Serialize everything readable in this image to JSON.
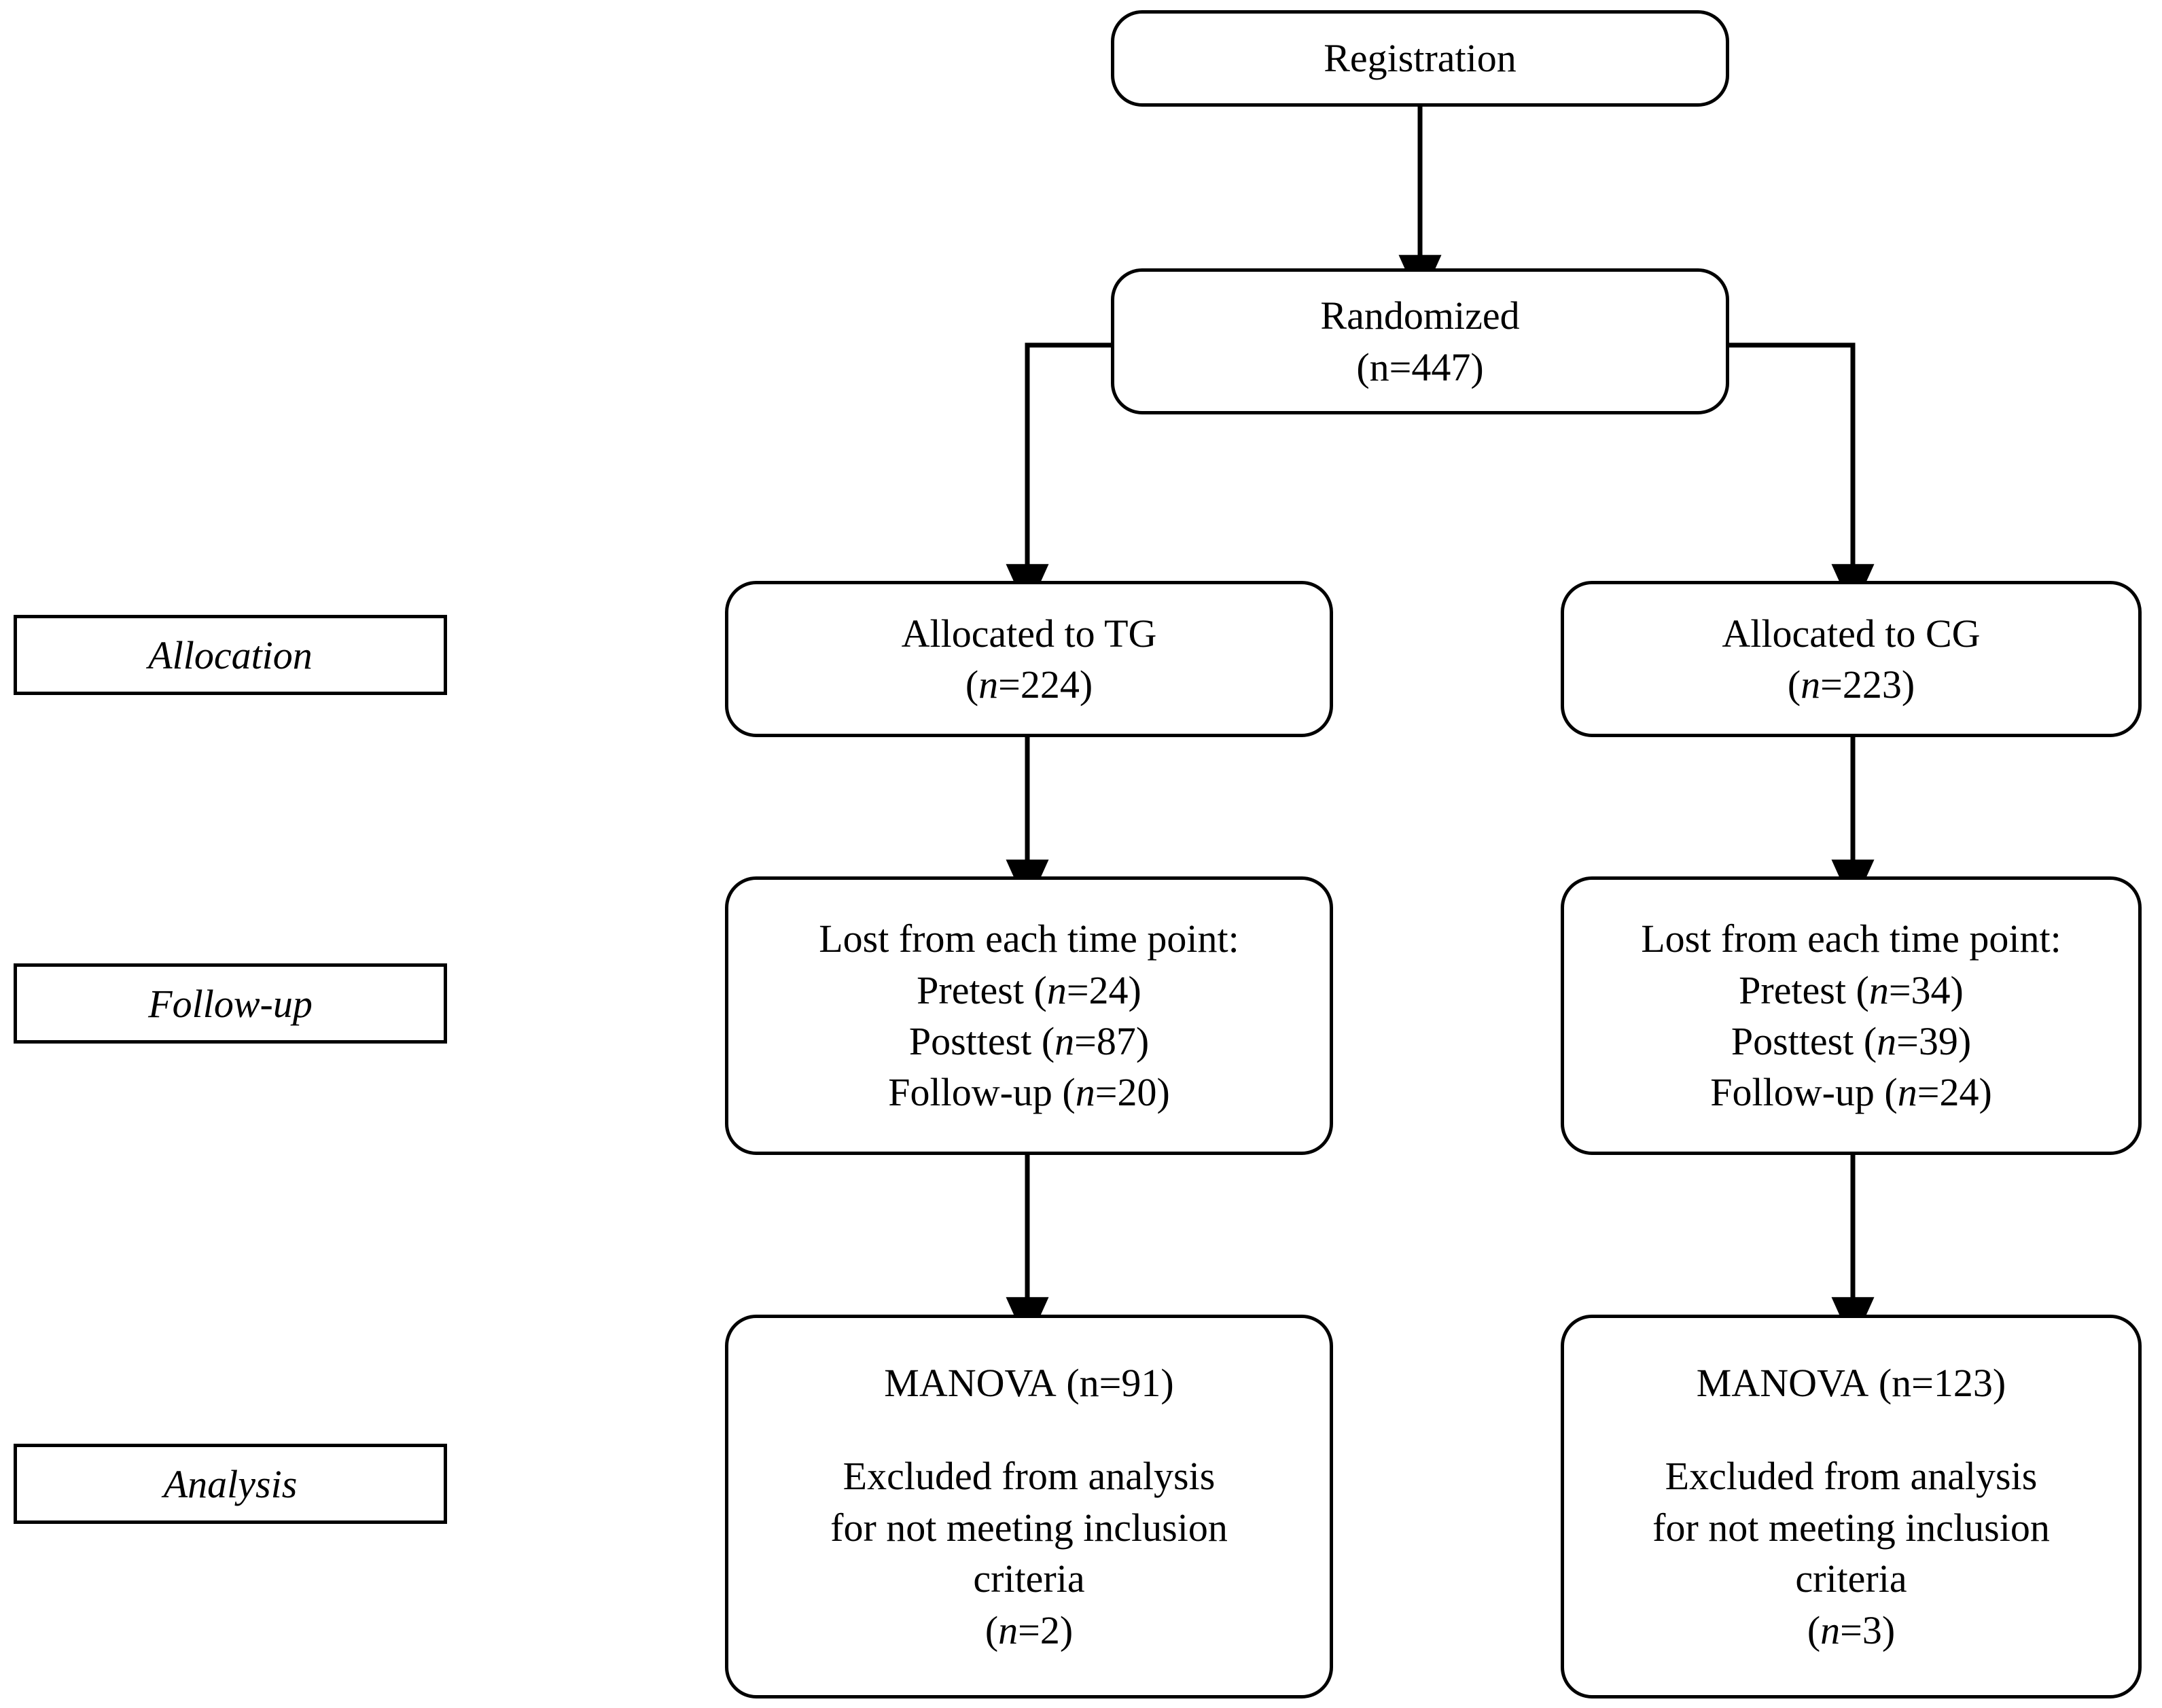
{
  "diagram": {
    "title": "CONSORT participant flow diagram",
    "line_color": "#000000",
    "box_fill": "#ffffff"
  },
  "stage_labels": [
    {
      "id": "allocation",
      "text": "Allocation"
    },
    {
      "id": "follow_up",
      "text": "Follow-up"
    },
    {
      "id": "analysis",
      "text": "Analysis"
    }
  ],
  "nodes": {
    "registration": {
      "line1": "Registration"
    },
    "randomized": {
      "line1": "Randomized",
      "line2_prefix": "(n=",
      "line2_value": "447",
      "line2_suffix": ")",
      "n_italic": false
    },
    "alloc_tg": {
      "line1": "Allocated to TG",
      "line2_prefix": "(",
      "line2_n": "n",
      "line2_mid": "=",
      "line2_value": "224",
      "line2_suffix": ")",
      "n_italic": true
    },
    "alloc_cg": {
      "line1": "Allocated to CG",
      "line2_prefix": "(",
      "line2_n": "n",
      "line2_mid": "=",
      "line2_value": "223",
      "line2_suffix": ")",
      "n_italic": true
    },
    "lost_tg": {
      "heading": "Lost from each time point:",
      "rows": [
        {
          "label": "Pretest",
          "n": "n",
          "value": "24"
        },
        {
          "label": "Posttest",
          "n": "n",
          "value": "87"
        },
        {
          "label": "Follow-up",
          "n": "n",
          "value": "20"
        }
      ],
      "n_italic": true
    },
    "lost_cg": {
      "heading": "Lost from each time point:",
      "rows": [
        {
          "label": "Pretest",
          "n": "n",
          "value": "34"
        },
        {
          "label": "Posttest",
          "n": "n",
          "value": "39"
        },
        {
          "label": "Follow-up",
          "n": "n",
          "value": "24"
        }
      ],
      "n_italic": true
    },
    "analysis_tg": {
      "manova_label": "MANOVA",
      "manova_open": "(n=",
      "manova_value": "91",
      "manova_close": ")",
      "manova_n_italic": false,
      "excluded_line1": "Excluded from analysis",
      "excluded_line2": "for not meeting inclusion",
      "excluded_line3": "criteria",
      "excluded_open": "(",
      "excluded_n": "n",
      "excluded_eq": "=",
      "excluded_value": "2",
      "excluded_close": ")"
    },
    "analysis_cg": {
      "manova_label": "MANOVA",
      "manova_open": "(n=",
      "manova_value": "123",
      "manova_close": ")",
      "manova_n_italic": false,
      "excluded_line1": "Excluded from analysis",
      "excluded_line2": "for not meeting inclusion",
      "excluded_line3": "criteria",
      "excluded_open": "(",
      "excluded_n": "n",
      "excluded_eq": "=",
      "excluded_value": "3",
      "excluded_close": ")"
    }
  },
  "connectors": [
    {
      "id": "registration-to-randomized",
      "kind": "vertical-arrow"
    },
    {
      "id": "randomized-to-alloc-tg",
      "kind": "elbow-arrow-left"
    },
    {
      "id": "randomized-to-alloc-cg",
      "kind": "elbow-arrow-right"
    },
    {
      "id": "alloc-tg-to-lost-tg",
      "kind": "vertical-arrow"
    },
    {
      "id": "alloc-cg-to-lost-cg",
      "kind": "vertical-arrow"
    },
    {
      "id": "lost-tg-to-analysis-tg",
      "kind": "vertical-arrow"
    },
    {
      "id": "lost-cg-to-analysis-cg",
      "kind": "vertical-arrow"
    }
  ]
}
